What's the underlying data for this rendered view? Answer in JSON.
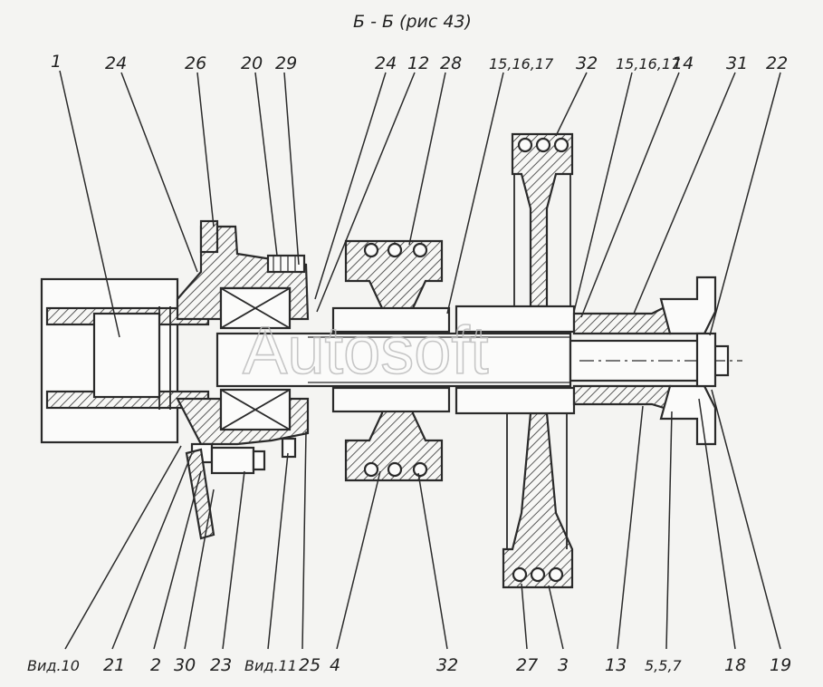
{
  "title": "Б - Б (рис 43)",
  "watermark": "Autosoft",
  "labels_top": [
    "1",
    "24",
    "26",
    "20",
    "29",
    "24",
    "12",
    "28",
    "15,16,17",
    "32",
    "15,16,17",
    "14",
    "31",
    "22"
  ],
  "labels_bottom": [
    "Вид.10",
    "21",
    "2",
    "30",
    "23",
    "Вид.11",
    "25",
    "4",
    "32",
    "27",
    "3",
    "13",
    "5,5,7",
    "18",
    "19"
  ]
}
